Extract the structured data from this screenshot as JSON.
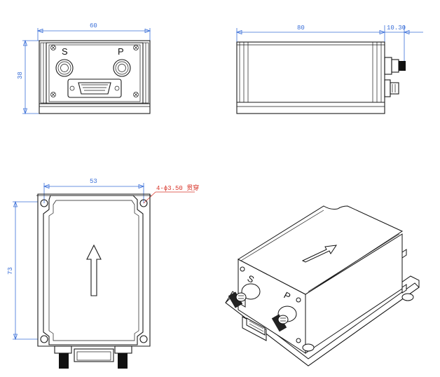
{
  "front_view": {
    "width_dim": "60",
    "height_dim": "38",
    "label_s": "S",
    "label_p": "P"
  },
  "side_view": {
    "length_dim": "80",
    "connector_dim": "10.30"
  },
  "top_view": {
    "hole_span_dim": "53",
    "length_dim": "73",
    "hole_callout": "4-ϕ3.50 贯穿"
  },
  "iso_view": {
    "label_s": "S",
    "label_p": "P"
  },
  "colors": {
    "dimension": "#3a6fd8",
    "callout": "#d8352a",
    "outline": "#1a1a1a"
  }
}
